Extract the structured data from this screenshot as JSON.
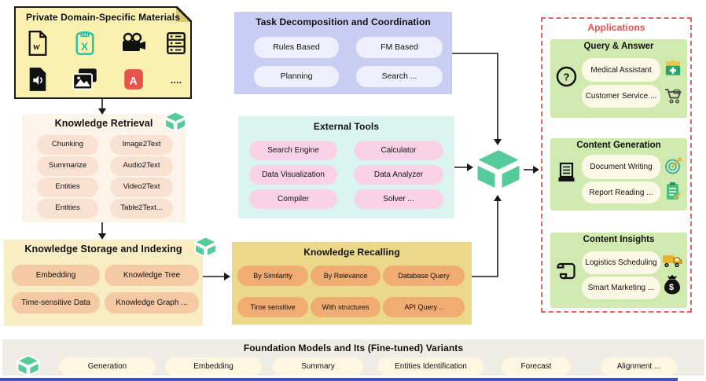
{
  "colors": {
    "cube_green": "#55ca9a",
    "applications_red": "#e4635f",
    "note_yellow": "#faf1b0",
    "recalling_gold": "#ebd88a",
    "app_green": "#cfe9ae",
    "bottom_strip_blue": "#3d55c0"
  },
  "materials": {
    "title": "Private Domain-Specific Materials",
    "icons": [
      "word-document",
      "excel-spreadsheet",
      "video-camera",
      "database-server",
      "audio-file",
      "image-gallery",
      "pdf-file"
    ],
    "more_label": "...."
  },
  "retrieval": {
    "title": "Knowledge Retrieval",
    "pills": [
      "Chunking",
      "Image2Text",
      "Summarize",
      "Audio2Text",
      "Entities",
      "Video2Text",
      "Entities",
      "Table2Text..."
    ]
  },
  "storage": {
    "title": "Knowledge Storage and Indexing",
    "pills": [
      "Embedding",
      "Knowledge Tree",
      "Time-sensitive Data",
      "Knowledge Graph ..."
    ]
  },
  "task": {
    "title": "Task Decomposition and Coordination",
    "pills": [
      "Rules Based",
      "FM Based",
      "Planning",
      "Search ..."
    ]
  },
  "tools": {
    "title": "External Tools",
    "pills": [
      "Search Engine",
      "Calculator",
      "Data Visualization",
      "Data Analyzer",
      "Compiler",
      "Solver ..."
    ]
  },
  "recalling": {
    "title": "Knowledge Recalling",
    "pills": [
      "By Similarity",
      "By Relevance",
      "Database Query",
      "Time sensitive",
      "With structures",
      "API Query .."
    ]
  },
  "applications": {
    "title": "Applications",
    "groups": [
      {
        "title": "Query & Answer",
        "icon": "question-circle",
        "items": [
          {
            "label": "Medical Assistant",
            "icon": "first-aid-kit"
          },
          {
            "label": "Customer Service ...",
            "icon": "shopping-cart"
          }
        ]
      },
      {
        "title": "Content Generation",
        "icon": "document",
        "items": [
          {
            "label": "Document Writing",
            "icon": "dartboard"
          },
          {
            "label": "Report Reading ...",
            "icon": "clipboard-pencil"
          }
        ]
      },
      {
        "title": "Content Insights",
        "icon": "scroll",
        "items": [
          {
            "label": "Logistics Scheduling",
            "icon": "delivery-truck"
          },
          {
            "label": "Smart Marketing ...",
            "icon": "money-bag"
          }
        ]
      }
    ]
  },
  "foundation": {
    "title": "Foundation Models and Its (Fine-tuned) Variants",
    "pills": [
      "Generation",
      "Embedding",
      "Summary",
      "Entities Identification",
      "Forecast",
      "Alignment ..."
    ]
  }
}
